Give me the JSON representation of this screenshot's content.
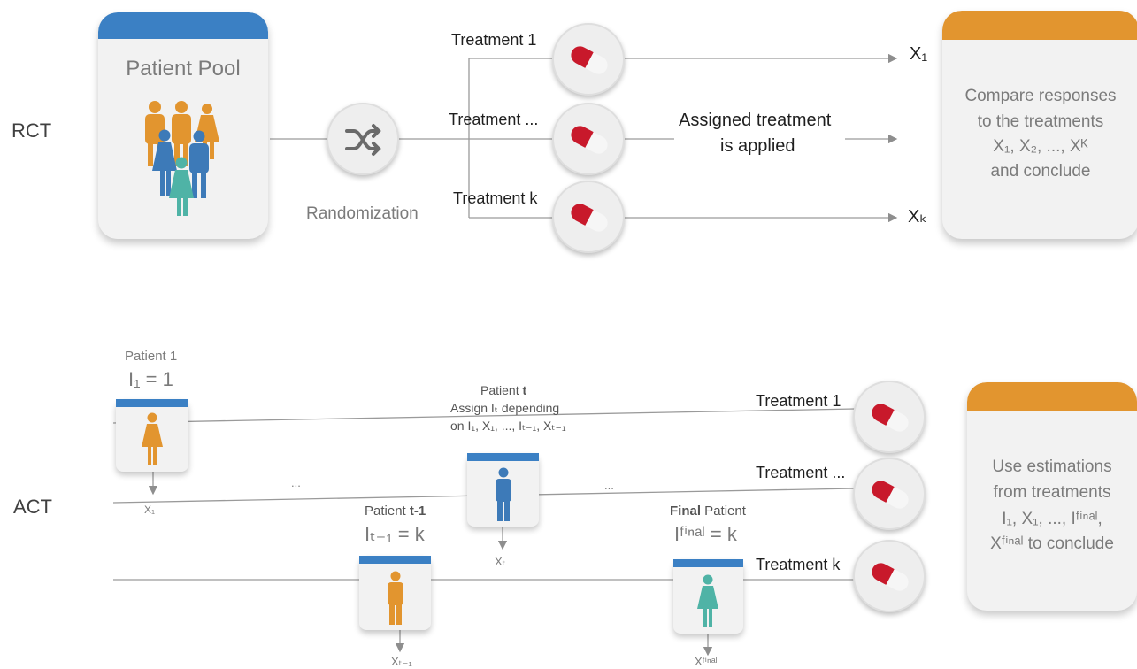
{
  "rct": {
    "label": "RCT",
    "patient_pool": "Patient Pool",
    "randomization": "Randomization",
    "treatments": [
      "Treatment 1",
      "Treatment ...",
      "Treatment k"
    ],
    "applied_line1": "Assigned treatment",
    "applied_line2": "is applied",
    "x1": "X₁",
    "xk": "Xₖ",
    "conclusion": [
      "Compare responses",
      "to the treatments",
      "X₁, X₂, ..., Xᴷ",
      "and conclude"
    ]
  },
  "act": {
    "label": "ACT",
    "patient1": "Patient 1",
    "i1": "I₁ = 1",
    "x1_out": "X₁",
    "dots": "...",
    "patient_t_prefix": "Patient ",
    "patient_t_bold": "t",
    "assign_line1": "Assign Iₜ depending",
    "assign_line2": "on I₁, X₁, ..., Iₜ₋₁, Xₜ₋₁",
    "xt_out": "Xₜ",
    "patient_tm1_prefix": "Patient ",
    "patient_tm1_bold": "t-1",
    "itm1": "Iₜ₋₁ = k",
    "xtm1_out": "Xₜ₋₁",
    "final_bold": "Final",
    "final_suffix": " Patient",
    "ifinal": "Iᶠⁱⁿᵃˡ = k",
    "xfinal_out": "Xᶠⁱⁿᵃˡ",
    "treatments": [
      "Treatment 1",
      "Treatment ...",
      "Treatment k"
    ],
    "conclusion": [
      "Use estimations",
      "from treatments",
      "I₁, X₁, ..., Iᶠⁱⁿᵃˡ,",
      "Xᶠⁱⁿᵃˡ to conclude"
    ]
  },
  "colors": {
    "blue_bar": "#3b80c4",
    "orange_bar": "#e2952f",
    "pill_red": "#c8192b",
    "person_orange": "#e2952f",
    "person_blue": "#3d7ab8",
    "person_teal": "#4fb3a6"
  },
  "icons": [
    "shuffle-icon",
    "pill-icon",
    "person-icon"
  ]
}
